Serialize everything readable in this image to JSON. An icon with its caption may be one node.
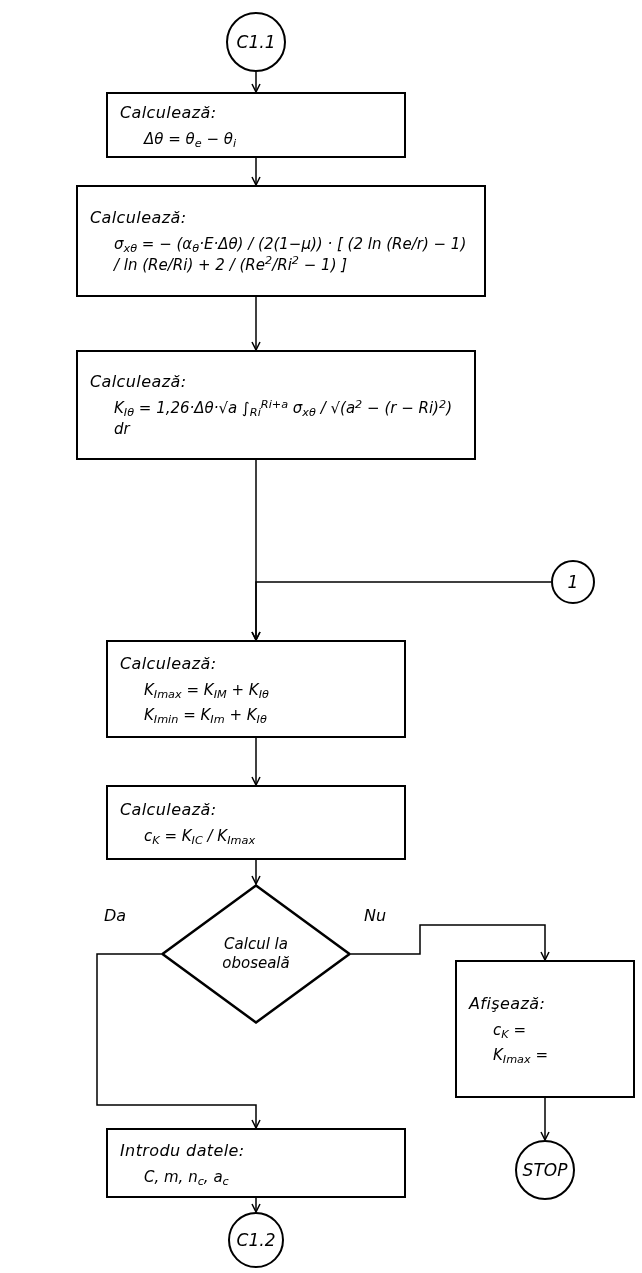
{
  "diagram": {
    "nodes": [
      {
        "text": [
          "C1.1"
        ]
      },
      {
        "text": [
          "Calculează:",
          "Δθ = θ$_{e}$ − θ$_{i}$"
        ]
      },
      {
        "text": [
          "Calculează:",
          "σ$_{xθ}$ = − (α$_{θ}$·E·Δθ) / (2(1−μ)) · [ (2 ln (Re/r) − 1) / ln (Re/Ri) + 2 / (Re$^{2}$/Ri$^{2}$ − 1) ]"
        ]
      },
      {
        "text": [
          "Calculează:",
          "K$_{Iθ}$ = 1,26·Δθ·√a ∫$_{Ri}$$^{Ri+a}$ σ$_{xθ}$ / √(a$^{2}$ − (r − Ri)$^{2}$) dr"
        ]
      },
      {
        "text": [
          "1"
        ]
      },
      {
        "text": [
          "Calculează:",
          "K$_{Imax}$ = K$_{IM}$ + K$_{Iθ}$",
          "K$_{Imin}$ = K$_{Im}$ + K$_{Iθ}$"
        ]
      },
      {
        "text": [
          "Calculează:",
          "c$_{K}$ = K$_{IC}$ / K$_{Imax}$"
        ]
      },
      {
        "text": [
          "Calcul la oboseală"
        ]
      },
      {
        "text": [
          "Afişează:",
          "c$_{K}$ =",
          "K$_{Imax}$ ="
        ]
      },
      {
        "text": [
          "Introdu datele:",
          "C, m, n$_{c}$, a$_{c}$"
        ]
      },
      {
        "text": [
          "STOP"
        ]
      },
      {
        "text": [
          "C1.2"
        ]
      }
    ],
    "edges": [
      {
        "from": 0,
        "to": 1,
        "arrow": "to"
      },
      {
        "from": 1,
        "to": 2,
        "arrow": "to"
      },
      {
        "from": 2,
        "to": 3,
        "arrow": "to"
      },
      {
        "from": 3,
        "to": 5,
        "arrow": "to"
      },
      {
        "from": 4,
        "to": 5,
        "arrow": "to"
      },
      {
        "from": 5,
        "to": 6,
        "arrow": "to"
      },
      {
        "from": 6,
        "to": 7,
        "arrow": "to"
      },
      {
        "from": 7,
        "to": 9,
        "arrow": "to",
        "label": "Da"
      },
      {
        "from": 7,
        "to": 8,
        "arrow": "to",
        "label": "Nu"
      },
      {
        "from": 8,
        "to": 10,
        "arrow": "to"
      },
      {
        "from": 9,
        "to": 11,
        "arrow": "to"
      }
    ]
  }
}
